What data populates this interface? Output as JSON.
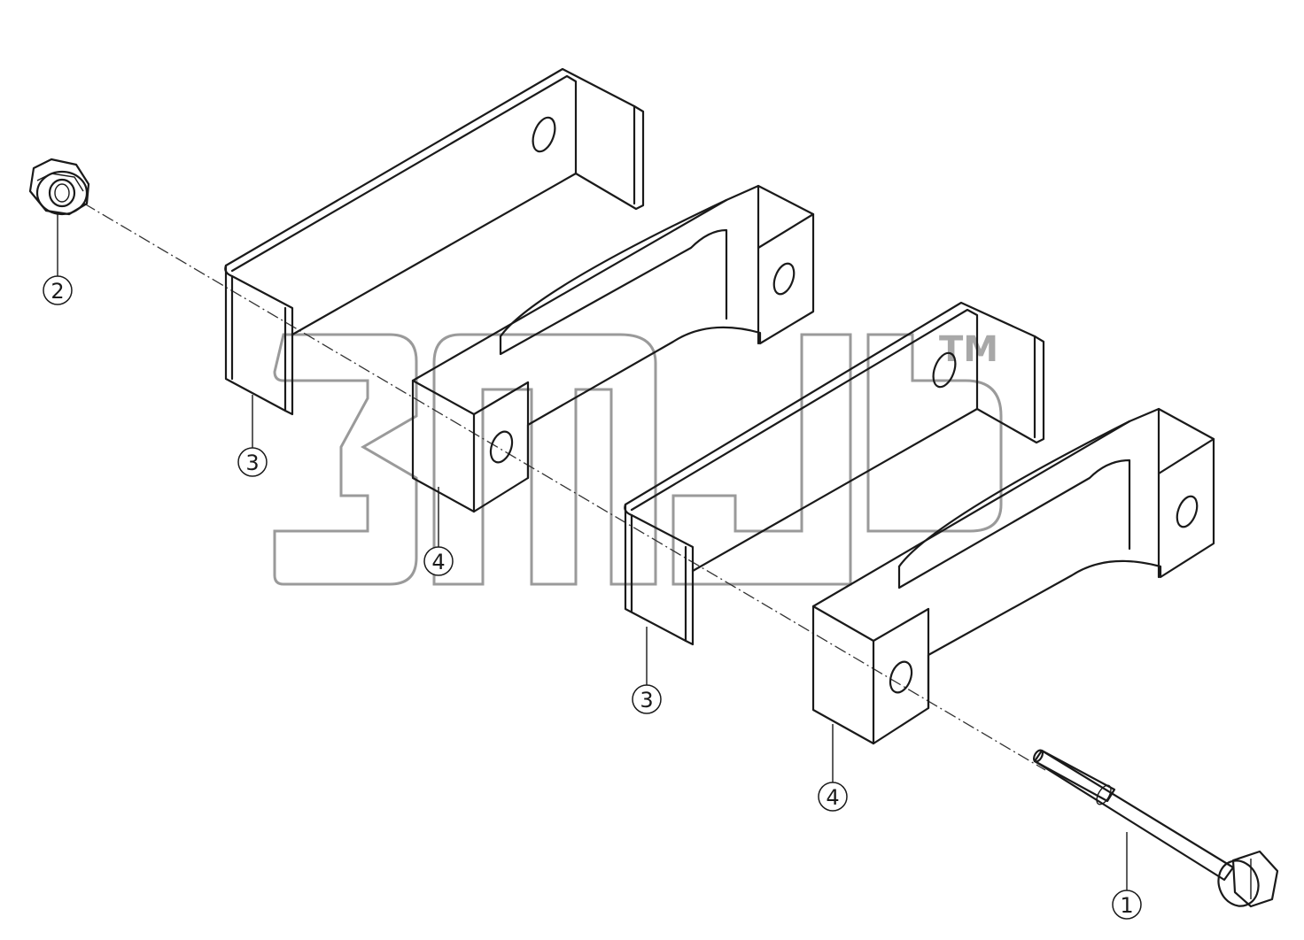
{
  "diagram": {
    "callouts": [
      {
        "id": "c-nut",
        "label": "2"
      },
      {
        "id": "c-bracket-a",
        "label": "3"
      },
      {
        "id": "c-spacer-a",
        "label": "4"
      },
      {
        "id": "c-bracket-b",
        "label": "3"
      },
      {
        "id": "c-spacer-b",
        "label": "4"
      },
      {
        "id": "c-bolt",
        "label": "1"
      }
    ],
    "watermark": {
      "tm": "TM"
    },
    "colors": {
      "line": "#1a1a1a",
      "watermark": "#9a9a9a",
      "background": "#ffffff"
    }
  }
}
